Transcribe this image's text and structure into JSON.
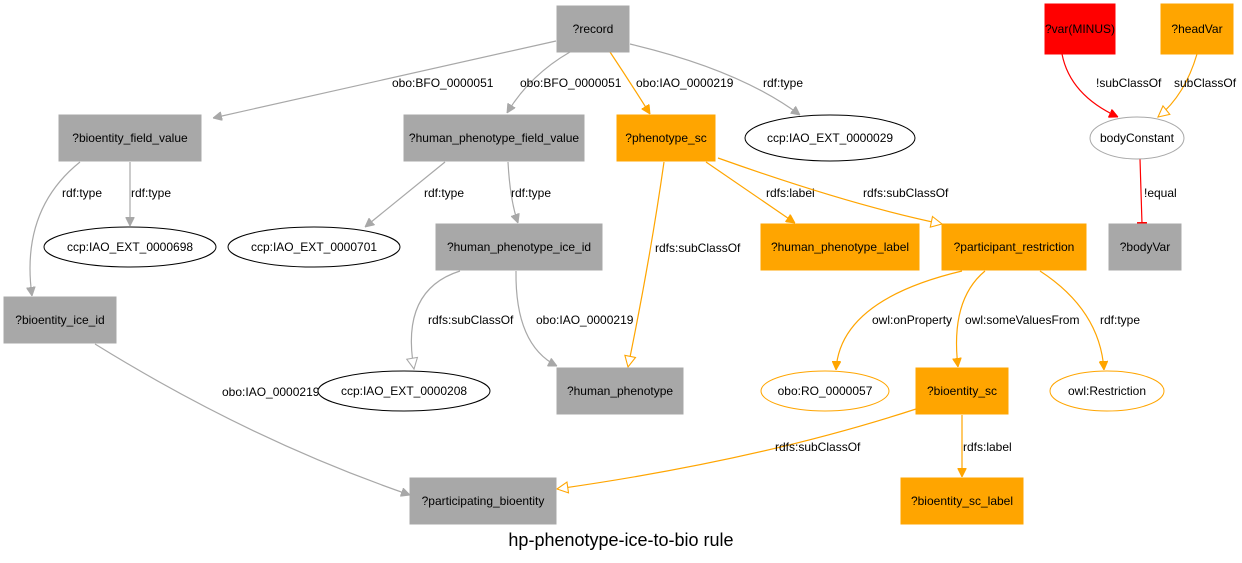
{
  "diagram": {
    "caption": "hp-phenotype-ice-to-bio rule",
    "colors": {
      "gray": "#a8a8a8",
      "orange": "#ffa500",
      "red": "#ff0000",
      "white": "#ffffff",
      "text": "#000000"
    },
    "nodes": [
      {
        "id": "record",
        "label": "?record",
        "shape": "box",
        "color": "gray"
      },
      {
        "id": "bioentity_field_value",
        "label": "?bioentity_field_value",
        "shape": "box",
        "color": "gray"
      },
      {
        "id": "human_phenotype_field_value",
        "label": "?human_phenotype_field_value",
        "shape": "box",
        "color": "gray"
      },
      {
        "id": "phenotype_sc",
        "label": "?phenotype_sc",
        "shape": "box",
        "color": "orange"
      },
      {
        "id": "iao29",
        "label": "ccp:IAO_EXT_0000029",
        "shape": "ellipse",
        "color": "gray"
      },
      {
        "id": "iao698",
        "label": "ccp:IAO_EXT_0000698",
        "shape": "ellipse",
        "color": "gray"
      },
      {
        "id": "iao701",
        "label": "ccp:IAO_EXT_0000701",
        "shape": "ellipse",
        "color": "gray"
      },
      {
        "id": "human_phenotype_ice_id",
        "label": "?human_phenotype_ice_id",
        "shape": "box",
        "color": "gray"
      },
      {
        "id": "human_phenotype_label",
        "label": "?human_phenotype_label",
        "shape": "box",
        "color": "orange"
      },
      {
        "id": "participant_restriction",
        "label": "?participant_restriction",
        "shape": "box",
        "color": "orange"
      },
      {
        "id": "bioentity_ice_id",
        "label": "?bioentity_ice_id",
        "shape": "box",
        "color": "gray"
      },
      {
        "id": "iao208",
        "label": "ccp:IAO_EXT_0000208",
        "shape": "ellipse",
        "color": "gray"
      },
      {
        "id": "human_phenotype",
        "label": "?human_phenotype",
        "shape": "box",
        "color": "gray"
      },
      {
        "id": "ro57",
        "label": "obo:RO_0000057",
        "shape": "ellipse",
        "color": "orange"
      },
      {
        "id": "bioentity_sc",
        "label": "?bioentity_sc",
        "shape": "box",
        "color": "orange"
      },
      {
        "id": "owl_restriction",
        "label": "owl:Restriction",
        "shape": "ellipse",
        "color": "orange"
      },
      {
        "id": "participating_bioentity",
        "label": "?participating_bioentity",
        "shape": "box",
        "color": "gray"
      },
      {
        "id": "bioentity_sc_label",
        "label": "?bioentity_sc_label",
        "shape": "box",
        "color": "orange"
      },
      {
        "id": "var_minus",
        "label": "?var(MINUS)",
        "shape": "box",
        "color": "red"
      },
      {
        "id": "headVar",
        "label": "?headVar",
        "shape": "box",
        "color": "orange"
      },
      {
        "id": "bodyConstant",
        "label": "bodyConstant",
        "shape": "ellipse",
        "color": "white"
      },
      {
        "id": "bodyVar",
        "label": "?bodyVar",
        "shape": "box",
        "color": "gray"
      }
    ],
    "edges": [
      {
        "from": "record",
        "to": "bioentity_field_value",
        "label": "obo:BFO_0000051",
        "color": "gray",
        "arrow": "normal"
      },
      {
        "from": "record",
        "to": "human_phenotype_field_value",
        "label": "obo:BFO_0000051",
        "color": "gray",
        "arrow": "normal"
      },
      {
        "from": "record",
        "to": "phenotype_sc",
        "label": "obo:IAO_0000219",
        "color": "orange",
        "arrow": "normal"
      },
      {
        "from": "record",
        "to": "iao29",
        "label": "rdf:type",
        "color": "gray",
        "arrow": "normal"
      },
      {
        "from": "bioentity_field_value",
        "to": "iao698",
        "label": "rdf:type",
        "color": "gray",
        "arrow": "normal"
      },
      {
        "from": "bioentity_field_value",
        "to": "bioentity_ice_id",
        "label": "rdf:type",
        "color": "gray",
        "arrow": "normal"
      },
      {
        "from": "human_phenotype_field_value",
        "to": "iao701",
        "label": "rdf:type",
        "color": "gray",
        "arrow": "normal"
      },
      {
        "from": "human_phenotype_field_value",
        "to": "human_phenotype_ice_id",
        "label": "rdf:type",
        "color": "gray",
        "arrow": "normal"
      },
      {
        "from": "phenotype_sc",
        "to": "human_phenotype_label",
        "label": "rdfs:label",
        "color": "orange",
        "arrow": "normal"
      },
      {
        "from": "phenotype_sc",
        "to": "participant_restriction",
        "label": "rdfs:subClassOf",
        "color": "orange",
        "arrow": "hollow"
      },
      {
        "from": "phenotype_sc",
        "to": "human_phenotype",
        "label": "rdfs:subClassOf",
        "color": "orange",
        "arrow": "hollow"
      },
      {
        "from": "human_phenotype_ice_id",
        "to": "iao208",
        "label": "rdfs:subClassOf",
        "color": "gray",
        "arrow": "hollow"
      },
      {
        "from": "human_phenotype_ice_id",
        "to": "human_phenotype",
        "label": "obo:IAO_0000219",
        "color": "gray",
        "arrow": "normal"
      },
      {
        "from": "participant_restriction",
        "to": "ro57",
        "label": "owl:onProperty",
        "color": "orange",
        "arrow": "normal"
      },
      {
        "from": "participant_restriction",
        "to": "bioentity_sc",
        "label": "owl:someValuesFrom",
        "color": "orange",
        "arrow": "normal"
      },
      {
        "from": "participant_restriction",
        "to": "owl_restriction",
        "label": "rdf:type",
        "color": "orange",
        "arrow": "normal"
      },
      {
        "from": "bioentity_ice_id",
        "to": "participating_bioentity",
        "label": "obo:IAO_0000219",
        "color": "gray",
        "arrow": "normal"
      },
      {
        "from": "bioentity_sc",
        "to": "participating_bioentity",
        "label": "rdfs:subClassOf",
        "color": "orange",
        "arrow": "hollow"
      },
      {
        "from": "bioentity_sc",
        "to": "bioentity_sc_label",
        "label": "rdfs:label",
        "color": "orange",
        "arrow": "normal"
      },
      {
        "from": "var_minus",
        "to": "bodyConstant",
        "label": "!subClassOf",
        "color": "red",
        "arrow": "normal"
      },
      {
        "from": "headVar",
        "to": "bodyConstant",
        "label": "subClassOf",
        "color": "orange",
        "arrow": "hollow"
      },
      {
        "from": "bodyConstant",
        "to": "bodyVar",
        "label": "!equal",
        "color": "red",
        "arrow": "tee"
      }
    ]
  }
}
